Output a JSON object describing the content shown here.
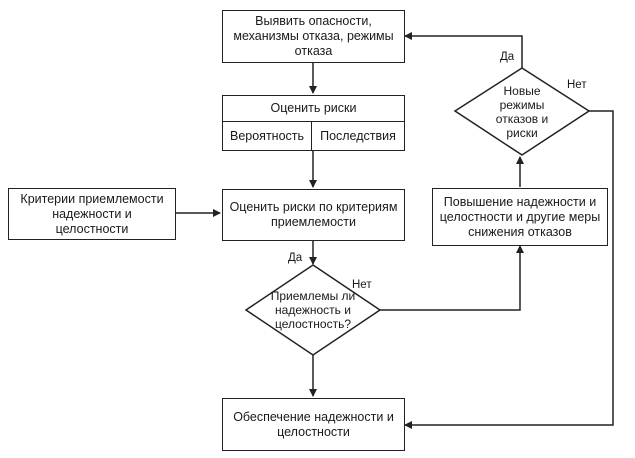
{
  "nodes": {
    "identify": {
      "text": "Выявить опасности, механизмы отказа, режимы отказа"
    },
    "assess_risks": {
      "title": "Оценить риски",
      "left": "Вероятность",
      "right": "Последствия"
    },
    "criteria": {
      "text": "Критерии приемлемости надежности и целостности"
    },
    "assess_criteria": {
      "text": "Оценить риски по критериям приемлемости"
    },
    "acceptable": {
      "text": "Приемлемы ли надежность и целостность?"
    },
    "ensure": {
      "text": "Обеспечение надежности и целостности"
    },
    "improve": {
      "text": "Повышение надежности и целостности и другие меры снижения отказов"
    },
    "new_modes": {
      "text": "Новые режимы отказов и риски"
    }
  },
  "labels": {
    "acceptable_yes": "Да",
    "acceptable_no": "Нет",
    "new_modes_yes": "Да",
    "new_modes_no": "Нет"
  }
}
